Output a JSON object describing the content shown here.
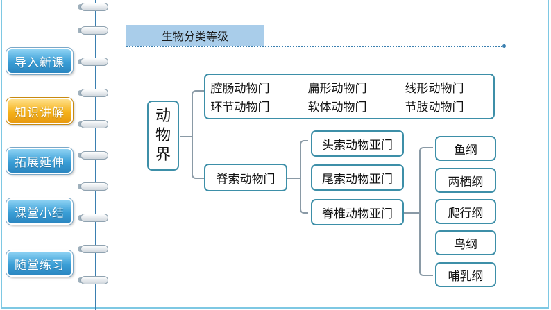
{
  "nav": {
    "items": [
      {
        "label": "导入新课",
        "active": false
      },
      {
        "label": "知识讲解",
        "active": true
      },
      {
        "label": "拓展延伸",
        "active": false
      },
      {
        "label": "课堂小结",
        "active": false
      },
      {
        "label": "随堂练习",
        "active": false
      }
    ]
  },
  "header": {
    "title": "生物分类等级"
  },
  "diagram": {
    "root": [
      "动",
      "物",
      "界"
    ],
    "phyla": [
      "腔肠动物门",
      "扁形动物门",
      "线形动物门",
      "环节动物门",
      "软体动物门",
      "节肢动物门"
    ],
    "chordata": "脊索动物门",
    "subphyla": [
      "头索动物亚门",
      "尾索动物亚门",
      "脊椎动物亚门"
    ],
    "classes": [
      "鱼纲",
      "两栖纲",
      "爬行纲",
      "鸟纲",
      "哺乳纲"
    ]
  },
  "colors": {
    "nav_blue": "#3a9ed6",
    "nav_active": "#f5b21b",
    "box_border": "#3d8fa8",
    "title_bg": "#a9cdea"
  }
}
